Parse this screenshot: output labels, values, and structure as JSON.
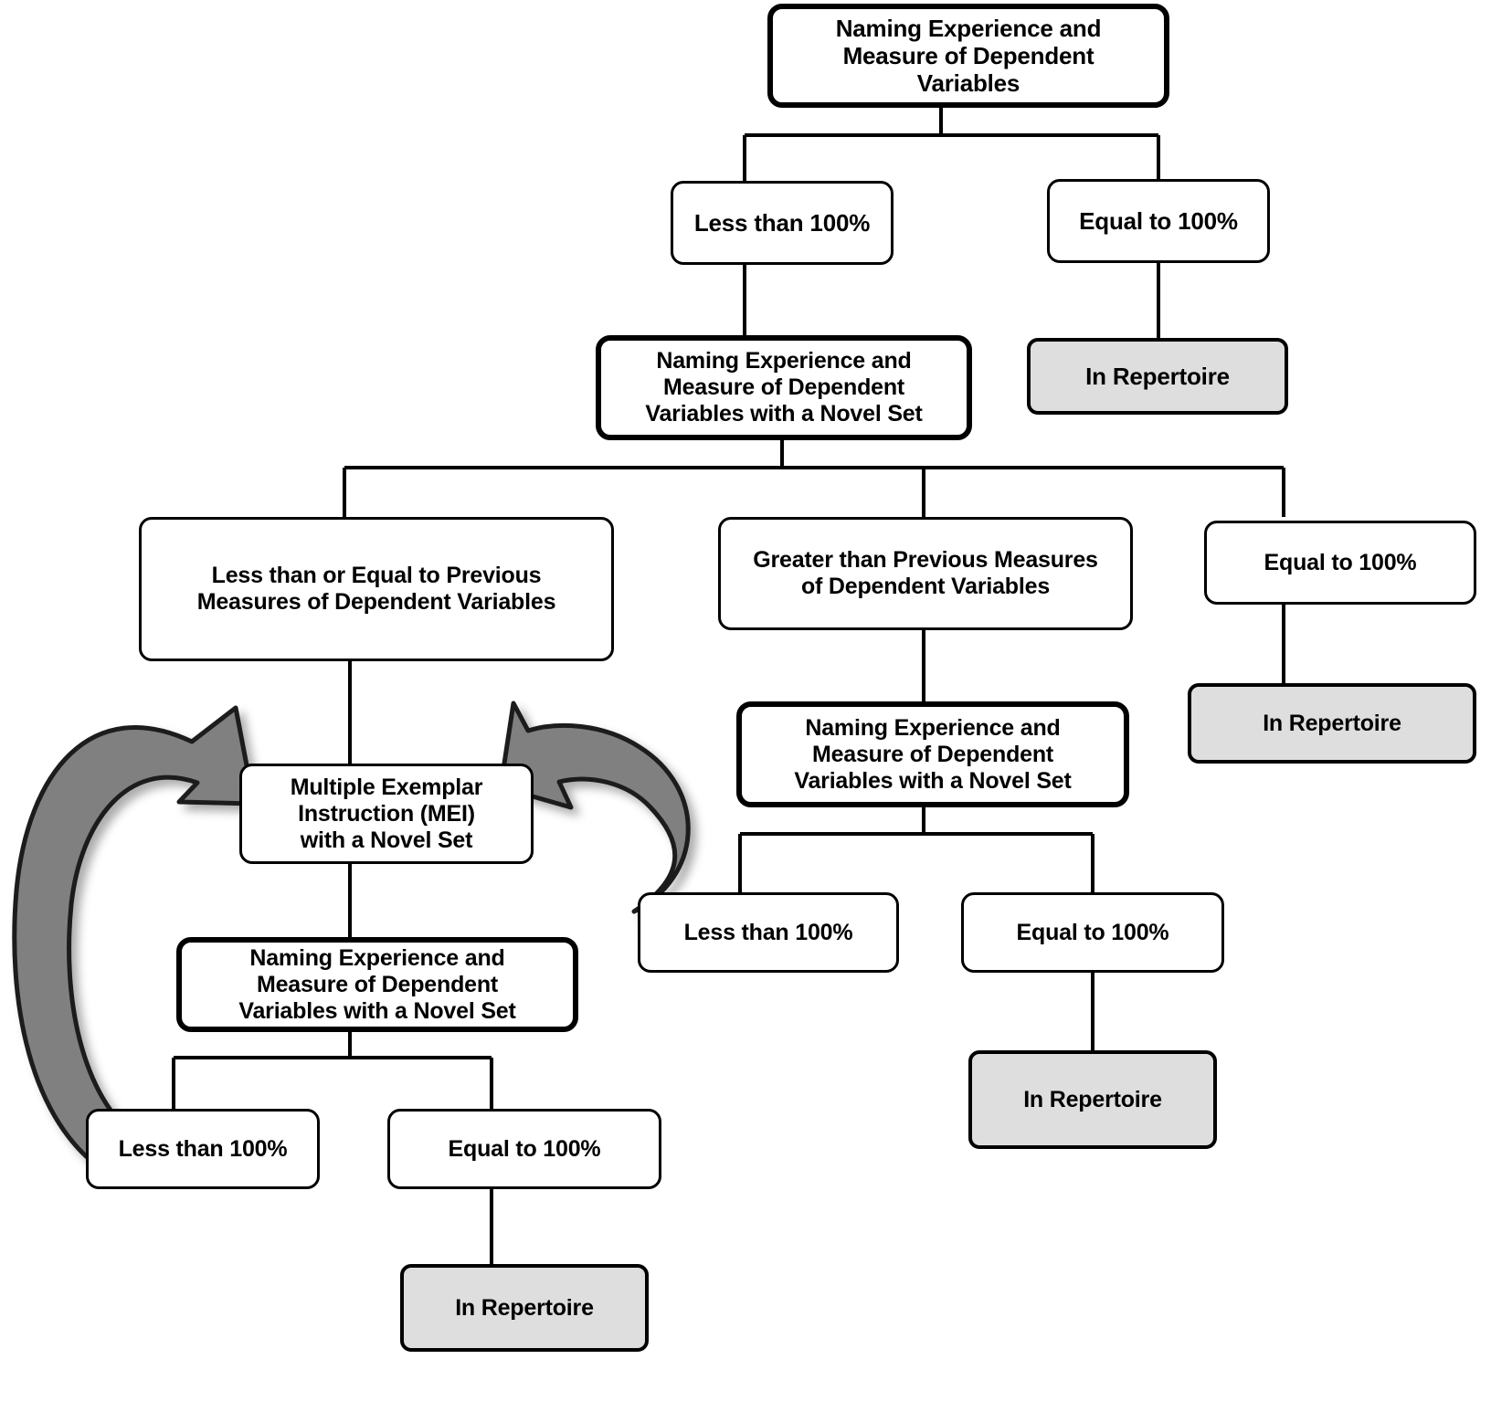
{
  "diagram": {
    "title": "Naming Experience and Measure of Dependent Variables decision flowchart",
    "colors": {
      "line": "#000000",
      "node_fill": "#ffffff",
      "terminal_fill": "#dedede",
      "arrow_fill": "#808080",
      "arrow_stroke": "#1a1a1a"
    },
    "nodes": {
      "root": "Naming Experience and\nMeasure of Dependent\nVariables",
      "root_less": "Less than 100%",
      "root_equal": "Equal to 100%",
      "root_equal_terminal": "In Repertoire",
      "novel_set_1": "Naming Experience and\nMeasure of Dependent\nVariables with a Novel Set",
      "branch_left": "Less than or Equal to Previous\nMeasures of Dependent Variables",
      "branch_middle": "Greater than Previous Measures\nof Dependent Variables",
      "branch_right": "Equal to 100%",
      "branch_right_terminal": "In Repertoire",
      "mei": "Multiple Exemplar\nInstruction (MEI)\nwith a Novel Set",
      "novel_set_2": "Naming Experience and\nMeasure of Dependent\nVariables with a Novel Set",
      "mei_less": "Less than 100%",
      "mei_equal": "Equal to 100%",
      "mei_equal_terminal": "In Repertoire",
      "novel_set_3": "Naming Experience and\nMeasure of Dependent\nVariables with a Novel Set",
      "ns3_less": "Less than 100%",
      "ns3_equal": "Equal to 100%",
      "ns3_equal_terminal": "In Repertoire"
    },
    "feedback_arrows": {
      "left_label": "loop back from Less than 100% to MEI with a Novel Set",
      "right_label": "loop back from Less than 100% to MEI with a Novel Set"
    }
  }
}
